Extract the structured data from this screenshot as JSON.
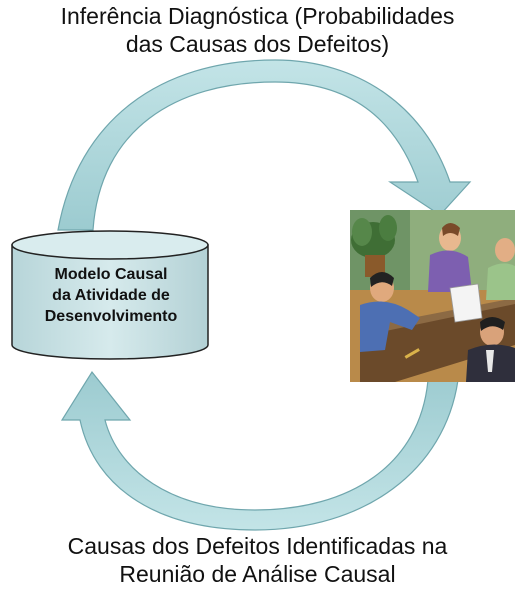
{
  "top_caption": {
    "line1": "Inferência Diagnóstica (Probabilidades",
    "line2": "das Causas dos Defeitos)"
  },
  "bottom_caption": {
    "line1": "Causas dos Defeitos Identificadas na",
    "line2": "Reunião de Análise Causal"
  },
  "database": {
    "label_line1": "Modelo Causal",
    "label_line2": "da Atividade de",
    "label_line3": "Desenvolvimento",
    "fill_color": "#c5dfe2"
  },
  "arrows": {
    "fill_color": "#a9d3d7",
    "stroke_color": "#6fa6ad"
  },
  "meeting_image": {
    "icon": "business-meeting-clipart"
  }
}
